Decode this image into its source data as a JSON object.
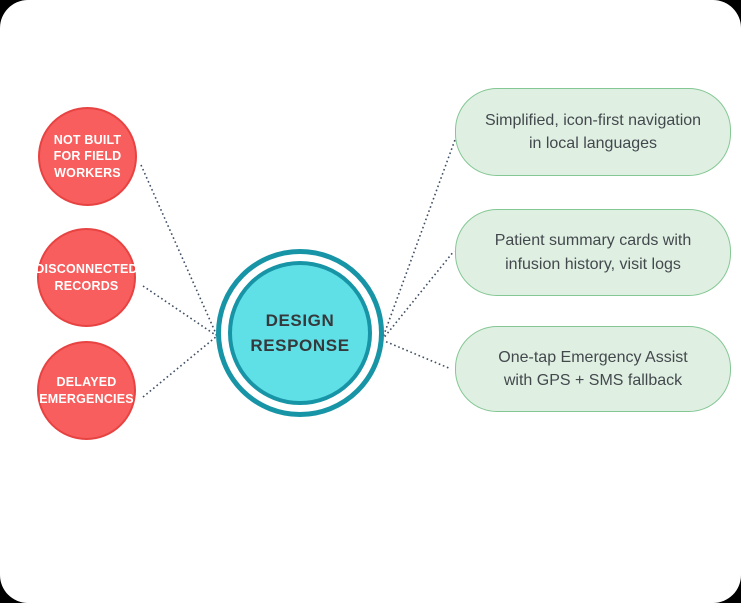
{
  "diagram": {
    "title": "Design Response mind map",
    "center": {
      "label": "DESIGN RESPONSE"
    },
    "problems": [
      {
        "label": "NOT BUILT FOR FIELD WORKERS"
      },
      {
        "label": "DISCONNECTED RECORDS"
      },
      {
        "label": "DELAYED EMERGENCIES"
      }
    ],
    "responses": [
      {
        "label": "Simplified, icon-first navigation in local languages"
      },
      {
        "label": "Patient summary cards with infusion history, visit logs"
      },
      {
        "label": "One-tap Emergency Assist with GPS + SMS fallback"
      }
    ],
    "colors": {
      "problem_fill": "#f85e5d",
      "problem_border": "#e74342",
      "center_fill": "#5fe0e6",
      "center_ring": "#1795a6",
      "response_fill": "#dff0e3",
      "response_border": "#85c794",
      "connector": "#3e4f63",
      "canvas_bg": "#ffffff",
      "page_bg": "#000000"
    }
  }
}
